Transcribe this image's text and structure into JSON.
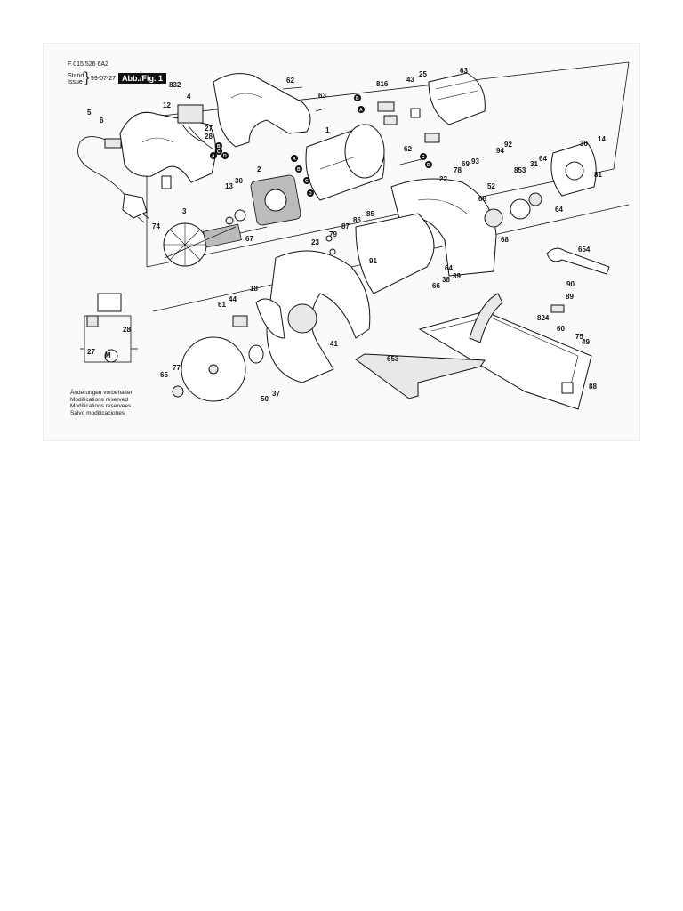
{
  "header": {
    "document_number": "F 015 526 6A2",
    "stand_label": "Stand",
    "issue_label": "Issue",
    "issue_date": "99-07-27",
    "figure_label": "Abb./Fig. 1"
  },
  "notice": [
    "Änderungen vorbehalten",
    "Modifications reserved",
    "Modifications reservees",
    "Salvo modificaciones"
  ],
  "part_numbers": [
    "832",
    "62",
    "63",
    "816",
    "25",
    "43",
    "63",
    "5",
    "6",
    "12",
    "4",
    "27",
    "28",
    "1",
    "62",
    "92",
    "94",
    "36",
    "14",
    "2",
    "78",
    "69",
    "93",
    "31",
    "64",
    "81",
    "13",
    "30",
    "22",
    "52",
    "853",
    "64",
    "3",
    "68",
    "74",
    "67",
    "86",
    "85",
    "79",
    "87",
    "68",
    "654",
    "23",
    "91",
    "64",
    "66",
    "38",
    "39",
    "90",
    "89",
    "44",
    "18",
    "61",
    "824",
    "60",
    "75",
    "49",
    "28",
    "27",
    "41",
    "653",
    "77",
    "65",
    "50",
    "37",
    "88"
  ],
  "connector_markers": [
    "A",
    "B",
    "C",
    "D",
    "A",
    "B",
    "C",
    "D",
    "A",
    "B",
    "C",
    "D"
  ]
}
